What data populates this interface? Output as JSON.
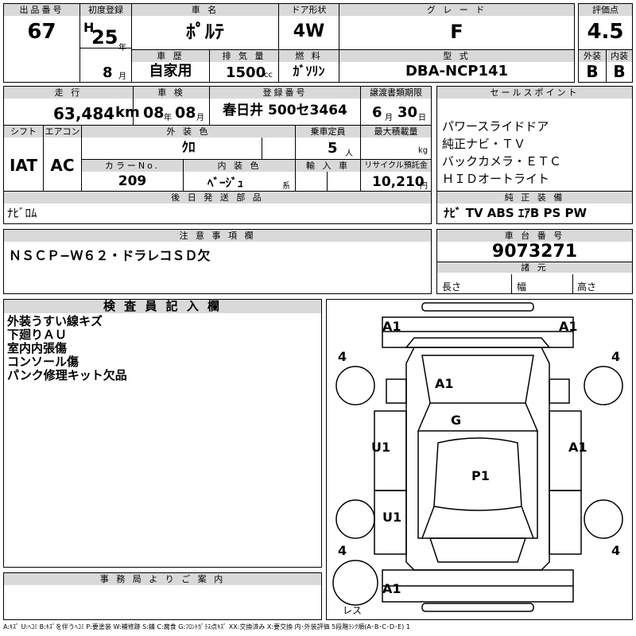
{
  "header": {
    "lot_label": "出品番号",
    "lot": "67",
    "first_reg_label": "初度登録",
    "era": "H",
    "year": "25",
    "year_unit": "年",
    "month": "8",
    "month_unit": "月",
    "car_name_label": "車 名",
    "car_name": "ﾎﾟﾙﾃ",
    "door_label": "ドア形状",
    "door": "4W",
    "grade_label": "グ レ ー ド",
    "grade": "F",
    "score_label": "評価点",
    "score": "4.5",
    "history_label": "車 歴",
    "history": "自家用",
    "displacement_label": "排 気 量",
    "displacement": "1500",
    "displacement_unit": "cc",
    "fuel_label": "燃 料",
    "fuel": "ｶﾞｿﾘﾝ",
    "model_label": "型 式",
    "model": "DBA-NCP141",
    "exterior_label": "外装",
    "exterior": "B",
    "interior_label": "内装",
    "interior": "B"
  },
  "row2": {
    "mileage_label": "走 行",
    "mileage": "63,484",
    "mileage_unit": "km",
    "inspection_label": "車 検",
    "insp_year": "08",
    "insp_year_unit": "年",
    "insp_month": "08",
    "insp_month_unit": "月",
    "plate_label": "登録番号",
    "plate": "春日井 500セ3464",
    "transfer_label": "譲渡書類期限",
    "transfer_month": "6",
    "transfer_month_unit": "月",
    "transfer_day": "30",
    "transfer_day_unit": "日",
    "shift_label": "シフト",
    "shift": "IAT",
    "ac_label": "エアコン",
    "ac": "AC",
    "color_label": "外 装 色",
    "color": "ｸﾛ",
    "capacity_label": "乗車定員",
    "capacity": "5",
    "capacity_unit": "人",
    "load_label": "最大積載量",
    "load_unit": "kg",
    "color_no_label": "カラーNo.",
    "color_no": "209",
    "interior_color_label": "内 装 色",
    "interior_color": "ﾍﾞｰｼﾞｭ",
    "interior_color_unit": "系",
    "import_label": "輸 入 車",
    "recycle_label": "リサイクル預託金",
    "recycle": "10,210",
    "recycle_unit": "円",
    "later_parts_label": "後 日 発 送 部 品",
    "later_parts": "ﾅﾋﾞﾛﾑ"
  },
  "sales": {
    "label": "セールスポイント",
    "points": [
      "パワースライドドア",
      "純正ナビ・ＴＶ",
      "バックカメラ・ＥＴＣ",
      "ＨＩＤオートライト"
    ],
    "equipment_label": "純 正 装 備",
    "equipment": "ﾅﾋﾞ TV ABS ｴｱB PS PW"
  },
  "caution": {
    "label": "注 意 事 項 欄",
    "text": "ＮＳＣＰ−Ｗ６２・ドラレコＳＤ欠"
  },
  "chassis": {
    "label": "車 台 番 号",
    "number": "9073271",
    "spec_label": "諸 元",
    "length_label": "長さ",
    "width_label": "幅",
    "height_label": "高さ"
  },
  "inspector": {
    "label": "検 査 員 記 入 欄",
    "notes": [
      "外装うすい線キズ",
      "下廻りＡＵ",
      "室内内張傷",
      "コンソール傷",
      "パンク修理キット欠品"
    ]
  },
  "office": {
    "label": "事 務 局 よ り ご 案 内"
  },
  "diagram": {
    "marks": {
      "front_left": "A1",
      "front_right": "A1",
      "hood": "A1",
      "roof": "G",
      "left_front_door": "U1",
      "right_door": "A1",
      "roof_rear": "P1",
      "left_rear": "U1",
      "rear_left": "A1"
    },
    "tires": [
      "4",
      "4",
      "4",
      "4"
    ],
    "spare": "レス"
  },
  "legend": "A:ｷｽﾞ U:ﾍｺﾐ B:ｷｽﾞを伴うﾍｺﾐ P:要塗装 W:補修跡 S:錆 C:腐食 G:ﾌﾛﾝﾄｶﾞﾗｽ点ｷｽﾞ XX:交換済み X:要交換 内･外装評価 5段階ﾗﾝｸ順(A･B･C･D･E) 1"
}
